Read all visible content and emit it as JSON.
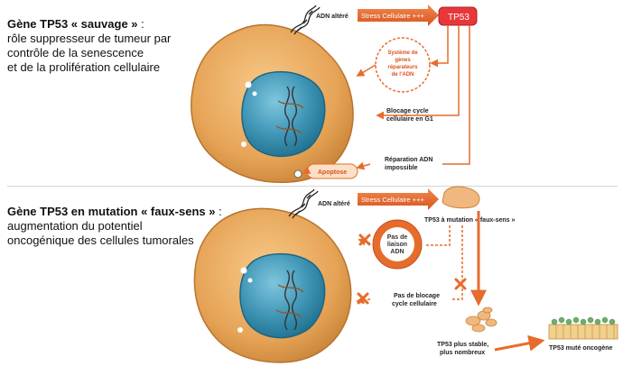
{
  "top": {
    "heading_bold": "Gène TP53 « sauvage »",
    "heading_rest": " :",
    "line1": "rôle suppresseur de tumeur par",
    "line2": "contrôle de la senescence",
    "line3": "et de la prolifération cellulaire",
    "dna_label": "ADN altéré",
    "stress_label": "Stress Cellulaire +++",
    "tp53_label": "TP53",
    "repair_system": [
      "Système de",
      "gènes",
      "réparateurs",
      "de l'ADN"
    ],
    "cell_cycle_block": [
      "Blocage cycle",
      "cellulaire en G1"
    ],
    "dna_repair_impossible": [
      "Réparation ADN",
      "impossible"
    ],
    "apoptosis_label": "Apoptose"
  },
  "bottom": {
    "heading_bold": "Gène TP53 en mutation « faux-sens »",
    "heading_rest": " :",
    "line1": "augmentation du potentiel",
    "line2": "oncogénique des cellules tumorales",
    "dna_label": "ADN altéré",
    "stress_label": "Stress Cellulaire +++",
    "mutation_label": "TP53 à mutation « faux-sens »",
    "no_repair": [
      "Pas de",
      "liaison",
      "ADN"
    ],
    "no_block": [
      "Pas de blocage",
      "cycle cellulaire"
    ],
    "stable_label": [
      "TP53 plus stable,",
      "plus nombreux"
    ],
    "oncogene_label": "TP53 muté oncogène"
  },
  "colors": {
    "cell": "#e6a356",
    "cell_edge": "#b8742e",
    "nucleus": "#3d93b3",
    "accent": "#e66c2c",
    "tp53": "#e8373a"
  }
}
